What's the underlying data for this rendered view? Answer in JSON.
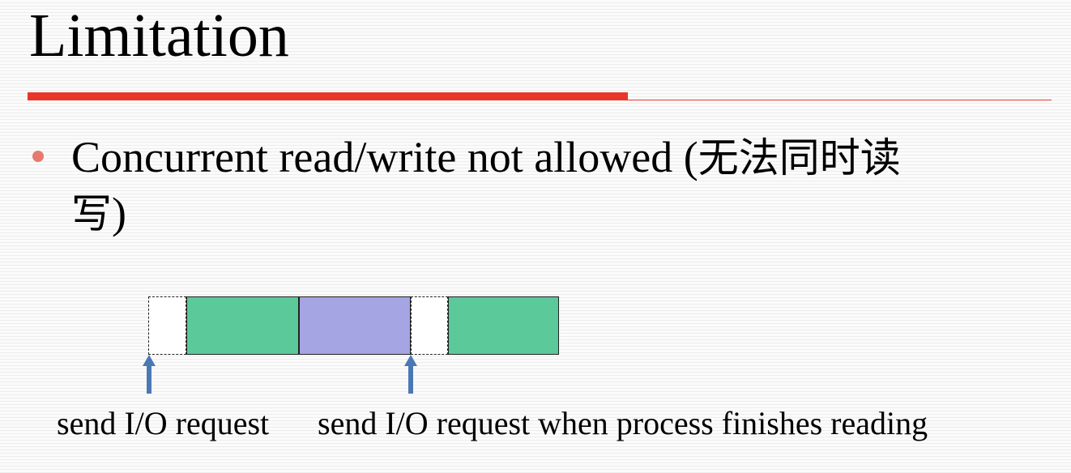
{
  "slide": {
    "title": "Limitation",
    "accent_color": "#e8372a",
    "bullets": [
      {
        "marker_color": "#e67a6e",
        "line1_en": "Concurrent read/write not allowed (",
        "line1_cjk": "无法同时读",
        "line2_cjk": "写",
        "line2_end": ")"
      }
    ]
  },
  "diagram": {
    "blocks": [
      {
        "kind": "idle-gap",
        "style": "dashed",
        "fill": "#ffffff"
      },
      {
        "kind": "green-segment",
        "style": "solid",
        "fill": "#5bc99a"
      },
      {
        "kind": "purple-segment",
        "style": "solid",
        "fill": "#a5a5e3"
      },
      {
        "kind": "idle-gap",
        "style": "dashed",
        "fill": "#ffffff"
      },
      {
        "kind": "green-segment",
        "style": "solid",
        "fill": "#5bc99a"
      }
    ],
    "arrow_color": "#4a78b5",
    "captions": {
      "first": "send I/O request",
      "second": "send I/O request when process finishes reading"
    }
  }
}
